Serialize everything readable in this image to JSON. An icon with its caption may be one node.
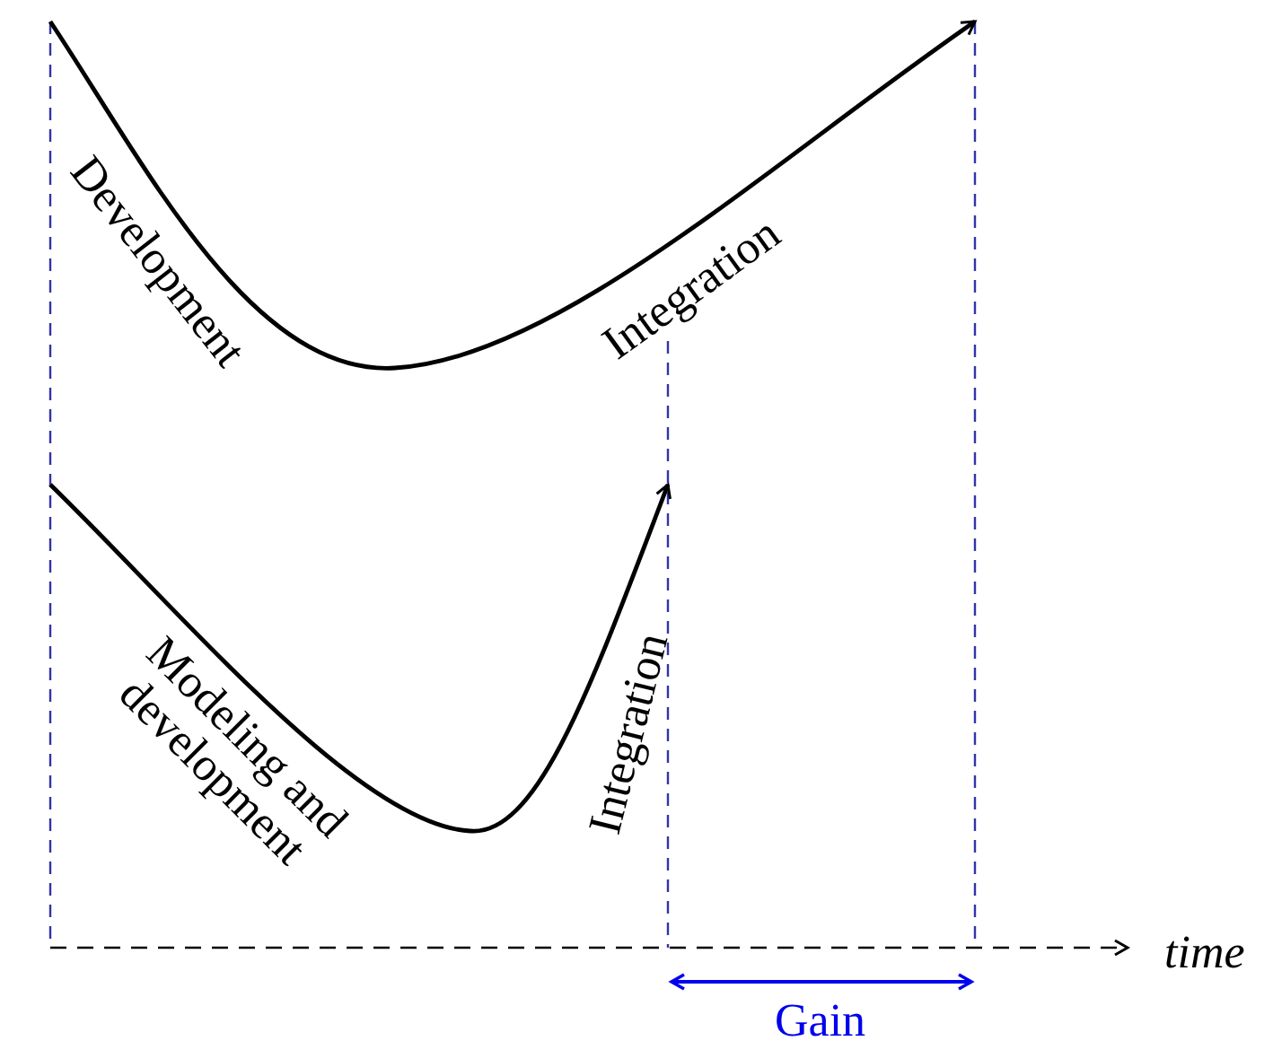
{
  "diagram": {
    "labels": [
      "Development",
      "Integration",
      "Modeling and development",
      "Integration",
      "time",
      "Gain"
    ]
  }
}
